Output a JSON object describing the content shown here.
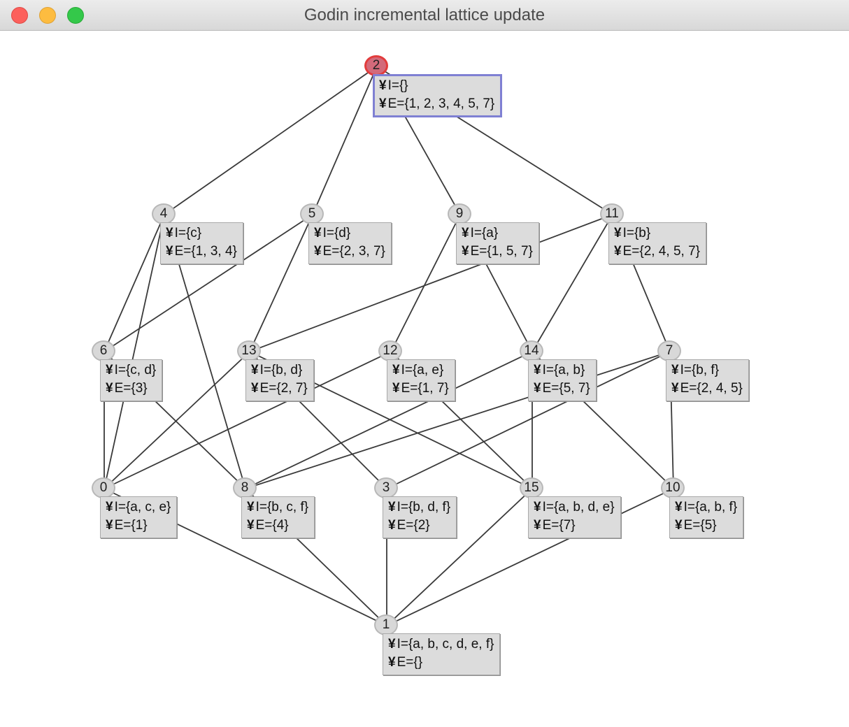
{
  "window": {
    "title": "Godin incremental lattice update"
  },
  "bullet": "¥",
  "nodes": {
    "n2": {
      "id": "2",
      "intent": "I={}",
      "extent": "E={1, 2, 3, 4, 5, 7}",
      "selected": true
    },
    "n4": {
      "id": "4",
      "intent": "I={c}",
      "extent": "E={1, 3, 4}"
    },
    "n5": {
      "id": "5",
      "intent": "I={d}",
      "extent": "E={2, 3, 7}"
    },
    "n9": {
      "id": "9",
      "intent": "I={a}",
      "extent": "E={1, 5, 7}"
    },
    "n11": {
      "id": "11",
      "intent": "I={b}",
      "extent": "E={2, 4, 5, 7}"
    },
    "n6": {
      "id": "6",
      "intent": "I={c, d}",
      "extent": "E={3}"
    },
    "n13": {
      "id": "13",
      "intent": "I={b, d}",
      "extent": "E={2, 7}"
    },
    "n12": {
      "id": "12",
      "intent": "I={a, e}",
      "extent": "E={1, 7}"
    },
    "n14": {
      "id": "14",
      "intent": "I={a, b}",
      "extent": "E={5, 7}"
    },
    "n7": {
      "id": "7",
      "intent": "I={b, f}",
      "extent": "E={2, 4, 5}"
    },
    "n0": {
      "id": "0",
      "intent": "I={a, c, e}",
      "extent": "E={1}"
    },
    "n8": {
      "id": "8",
      "intent": "I={b, c, f}",
      "extent": "E={4}"
    },
    "n3": {
      "id": "3",
      "intent": "I={b, d, f}",
      "extent": "E={2}"
    },
    "n15": {
      "id": "15",
      "intent": "I={a, b, d, e}",
      "extent": "E={7}"
    },
    "n10": {
      "id": "10",
      "intent": "I={a, b, f}",
      "extent": "E={5}"
    },
    "n1": {
      "id": "1",
      "intent": "I={a, b, c, d, e, f}",
      "extent": "E={}"
    }
  },
  "edges": [
    [
      "n2",
      "n4"
    ],
    [
      "n2",
      "n5"
    ],
    [
      "n2",
      "n9"
    ],
    [
      "n2",
      "n11"
    ],
    [
      "n4",
      "n6"
    ],
    [
      "n4",
      "n0"
    ],
    [
      "n4",
      "n8"
    ],
    [
      "n5",
      "n6"
    ],
    [
      "n5",
      "n13"
    ],
    [
      "n9",
      "n12"
    ],
    [
      "n9",
      "n14"
    ],
    [
      "n11",
      "n13"
    ],
    [
      "n11",
      "n14"
    ],
    [
      "n11",
      "n7"
    ],
    [
      "n6",
      "n0"
    ],
    [
      "n6",
      "n8"
    ],
    [
      "n13",
      "n0"
    ],
    [
      "n13",
      "n3"
    ],
    [
      "n13",
      "n15"
    ],
    [
      "n12",
      "n0"
    ],
    [
      "n12",
      "n15"
    ],
    [
      "n14",
      "n8"
    ],
    [
      "n14",
      "n15"
    ],
    [
      "n14",
      "n10"
    ],
    [
      "n7",
      "n8"
    ],
    [
      "n7",
      "n3"
    ],
    [
      "n7",
      "n10"
    ],
    [
      "n0",
      "n1"
    ],
    [
      "n8",
      "n1"
    ],
    [
      "n3",
      "n1"
    ],
    [
      "n15",
      "n1"
    ],
    [
      "n10",
      "n1"
    ]
  ]
}
